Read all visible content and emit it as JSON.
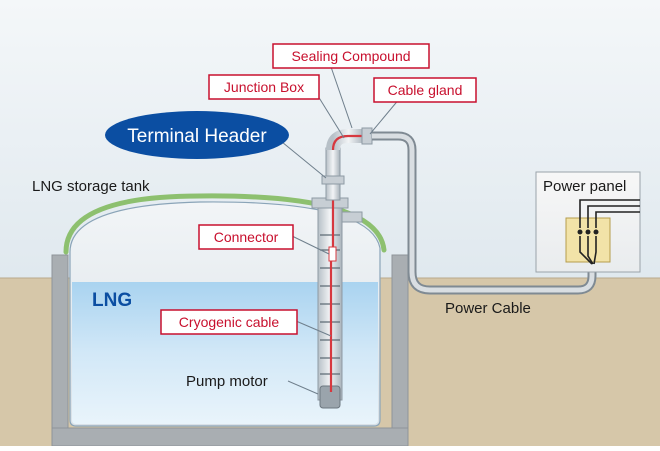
{
  "labels": {
    "terminal_header": "Terminal Header",
    "sealing_compound": "Sealing Compound",
    "junction_box": "Junction Box",
    "cable_gland": "Cable gland",
    "lng_storage_tank": "LNG storage tank",
    "power_panel": "Power panel",
    "connector": "Connector",
    "lng": "LNG",
    "cryogenic_cable": "Cryogenic cable",
    "pump_motor": "Pump motor",
    "power_cable": "Power Cable"
  },
  "colors": {
    "callout_red": "#c8102e",
    "header_blue": "#0b4ea2",
    "ground": "#d6c7a9",
    "sky": "#e6eef3",
    "lng_blue": "#cfe6f6",
    "tank_green": "#8dc06f"
  }
}
